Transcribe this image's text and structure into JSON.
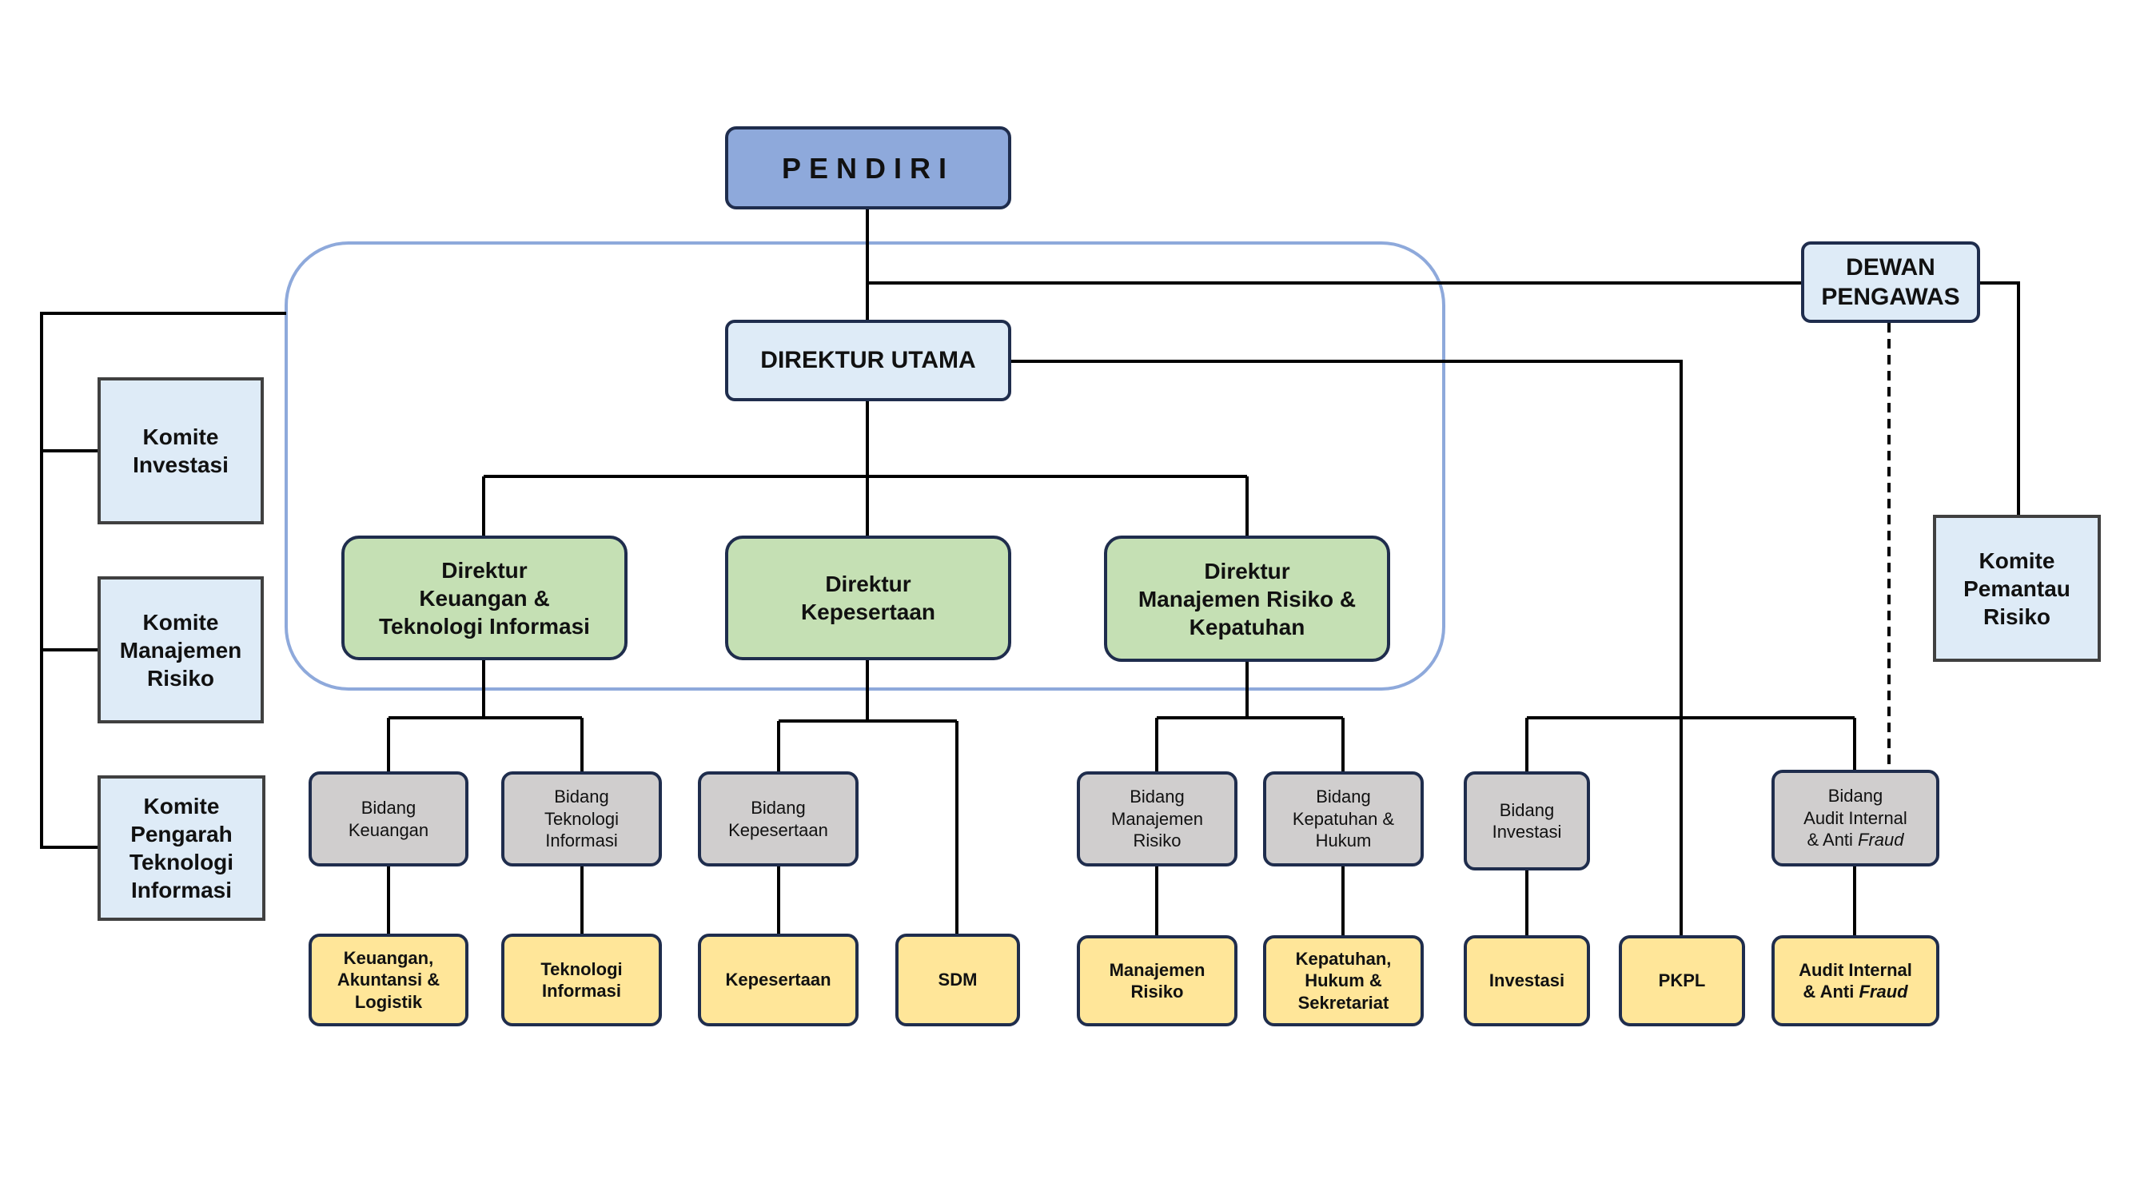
{
  "org_chart": {
    "pendiri": "PENDIRI",
    "dewan_pengawas": "DEWAN\nPENGAWAS",
    "direktur_utama": "DIREKTUR UTAMA",
    "direktur_keuangan": "Direktur\nKeuangan &\nTeknologi Informasi",
    "direktur_kepesertaan": "Direktur\nKepesertaan",
    "direktur_risiko": "Direktur\nManajemen Risiko &\nKepatuhan",
    "komite_investasi": "Komite\nInvestasi",
    "komite_manajemen_risiko": "Komite\nManajemen\nRisiko",
    "komite_pengarah_ti": "Komite\nPengarah\nTeknologi\nInformasi",
    "komite_pemantau_risiko": "Komite\nPemantau\nRisiko",
    "bidang_keuangan": "Bidang\nKeuangan",
    "bidang_ti": "Bidang\nTeknologi\nInformasi",
    "bidang_kepesertaan": "Bidang\nKepesertaan",
    "bidang_manajemen_risiko": "Bidang\nManajemen\nRisiko",
    "bidang_kepatuhan": "Bidang\nKepatuhan &\nHukum",
    "bidang_investasi": "Bidang\nInvestasi",
    "bidang_audit_line1": "Bidang\nAudit Internal",
    "bidang_audit_line2": "& Anti ",
    "fraud": "Fraud",
    "unit_keuangan": "Keuangan,\nAkuntansi &\nLogistik",
    "unit_ti": "Teknologi\nInformasi",
    "unit_kepesertaan": "Kepesertaan",
    "unit_sdm": "SDM",
    "unit_manajemen_risiko": "Manajemen\nRisiko",
    "unit_kepatuhan": "Kepatuhan,\nHukum &\nSekretariat",
    "unit_investasi": "Investasi",
    "unit_pkpl": "PKPL",
    "unit_audit_line1": "Audit Internal",
    "unit_audit_line2": "& Anti "
  },
  "colors": {
    "navy_fill": "#8ea9db",
    "light_blue_fill": "#deebf7",
    "green_fill": "#c5e0b4",
    "grey_fill": "#d0cece",
    "yellow_fill": "#ffe699",
    "board_outline": "#8ea9db"
  }
}
